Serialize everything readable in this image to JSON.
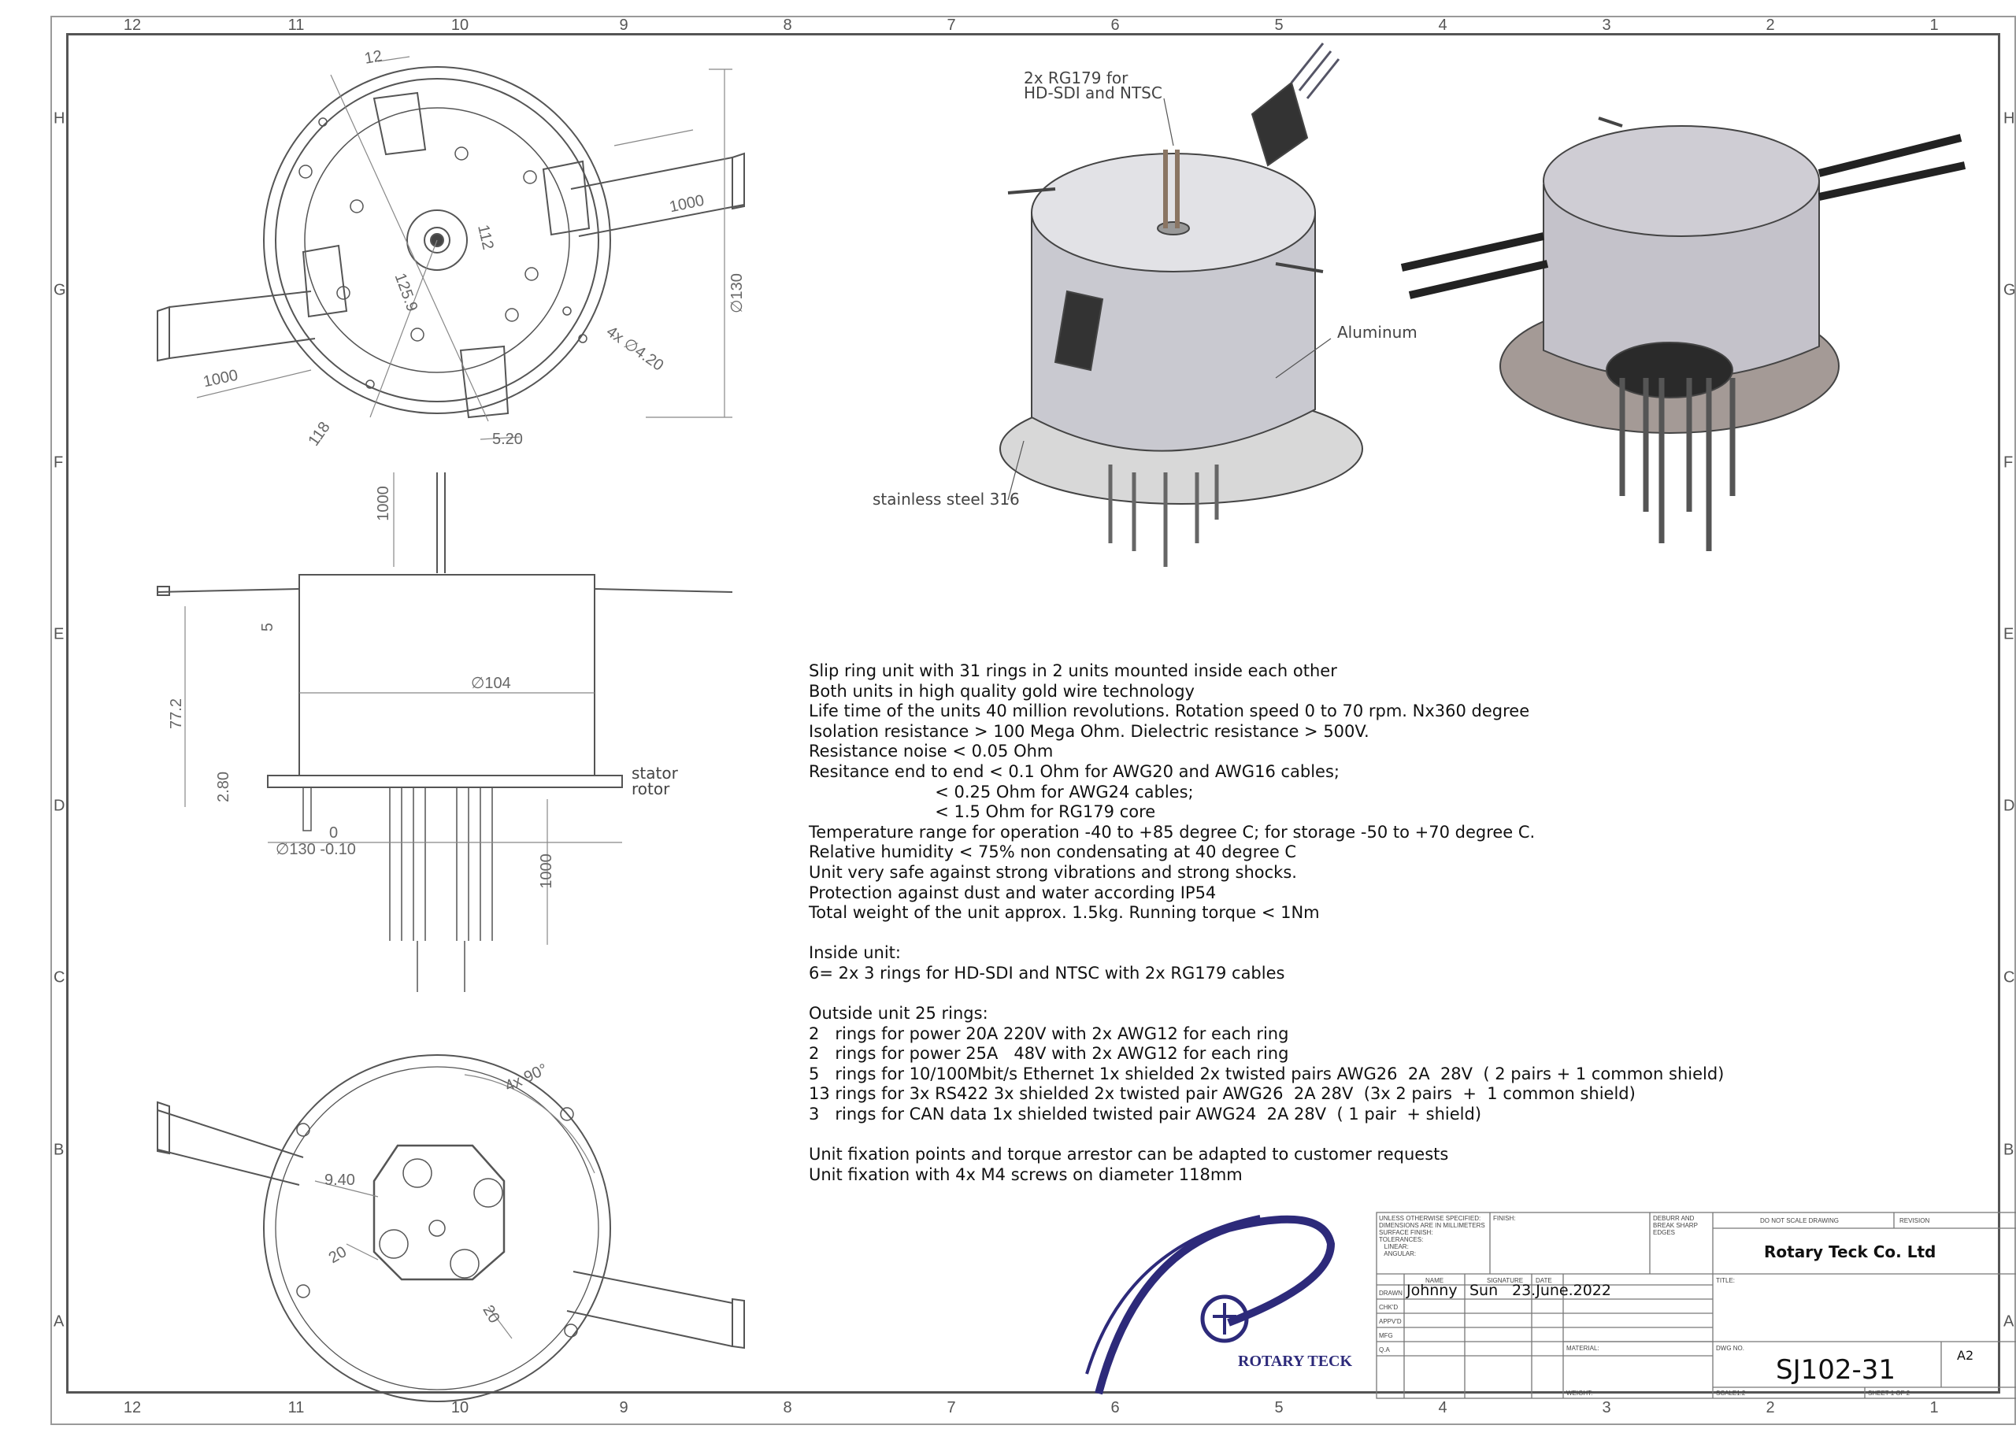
{
  "border": {
    "col_labels": [
      "12",
      "11",
      "10",
      "9",
      "8",
      "7",
      "6",
      "5",
      "4",
      "3",
      "2",
      "1"
    ],
    "row_labels": [
      "H",
      "G",
      "F",
      "E",
      "D",
      "C",
      "B",
      "A"
    ]
  },
  "top_view": {
    "dims": [
      "12",
      "112",
      "125.9",
      "1000",
      "1000",
      "4x ∅4.20",
      "∅130",
      "118",
      "5.20"
    ]
  },
  "side_view": {
    "dims": [
      "1000",
      "5",
      "77.2",
      "∅104",
      "2.80",
      "0",
      "∅130 -0.10",
      "1000"
    ],
    "labels": [
      "stator",
      "rotor"
    ]
  },
  "bottom_view": {
    "dims": [
      "4x 90°",
      "9.40",
      "20",
      "20"
    ]
  },
  "iso_view": {
    "callouts": [
      "2x RG179 for\nHD-SDI and NTSC",
      "Aluminum",
      "stainless steel 316"
    ]
  },
  "spec_lines": [
    "Slip ring unit with 31 rings in 2 units mounted inside each other",
    "Both units in high quality gold wire technology",
    "Life time of the units 40 million revolutions. Rotation speed 0 to 70 rpm. Nx360 degree",
    "Isolation resistance > 100 Mega Ohm. Dielectric resistance > 500V.",
    "Resistance noise < 0.05 Ohm",
    "Resitance end to end < 0.1 Ohm for AWG20 and AWG16 cables;",
    "                        < 0.25 Ohm for AWG24 cables;",
    "                        < 1.5 Ohm for RG179 core",
    "Temperature range for operation -40 to +85 degree C; for storage -50 to +70 degree C.",
    "Relative humidity < 75% non condensating at 40 degree C",
    "Unit very safe against strong vibrations and strong shocks.",
    "Protection against dust and water according IP54",
    "Total weight of the unit approx. 1.5kg. Running torque < 1Nm",
    "",
    "Inside unit:",
    "6= 2x 3 rings for HD-SDI and NTSC with 2x RG179 cables",
    "",
    "Outside unit 25 rings:",
    "2   rings for power 20A 220V with 2x AWG12 for each ring",
    "2   rings for power 25A   48V with 2x AWG12 for each ring",
    "5   rings for 10/100Mbit/s Ethernet 1x shielded 2x twisted pairs AWG26  2A  28V  ( 2 pairs + 1 common shield)",
    "13 rings for 3x RS422 3x shielded 2x twisted pair AWG26  2A 28V  (3x 2 pairs  +  1 common shield)",
    "3   rings for CAN data 1x shielded twisted pair AWG24  2A 28V  ( 1 pair  + shield)",
    "",
    "Unit fixation points and torque arrestor can be adapted to customer requests",
    "Unit fixation with 4x M4 screws on diameter 118mm"
  ],
  "logo": {
    "text": "ROTARY TECK"
  },
  "title_block": {
    "general_notes": "UNLESS OTHERWISE SPECIFIED:\nDIMENSIONS ARE IN MILLIMETERS\nSURFACE FINISH:\nTOLERANCES:\n   LINEAR:\n   ANGULAR:",
    "finish_label": "FINISH:",
    "deburr_label": "DEBURR AND\nBREAK SHARP\nEDGES",
    "do_not_scale": "DO NOT SCALE DRAWING",
    "revision_label": "REVISION",
    "company": "Rotary Teck Co. Ltd",
    "title_label": "TITLE:",
    "col_name": "NAME",
    "col_signature": "SIGNATURE",
    "col_date": "DATE",
    "row_drawn": "DRAWN",
    "row_chkd": "CHK'D",
    "row_appvd": "APPV'D",
    "row_mfg": "MFG",
    "row_qa": "Q.A",
    "drawn_name": "Johnny",
    "drawn_signature": "Sun",
    "drawn_date": "23.June.2022",
    "material_label": "MATERIAL:",
    "dwg_no_label": "DWG NO.",
    "dwg_no": "SJ102-31",
    "size": "A2",
    "weight_label": "WEIGHT:",
    "scale": "SCALE1:2",
    "sheet": "SHEET 1 OF 2"
  }
}
